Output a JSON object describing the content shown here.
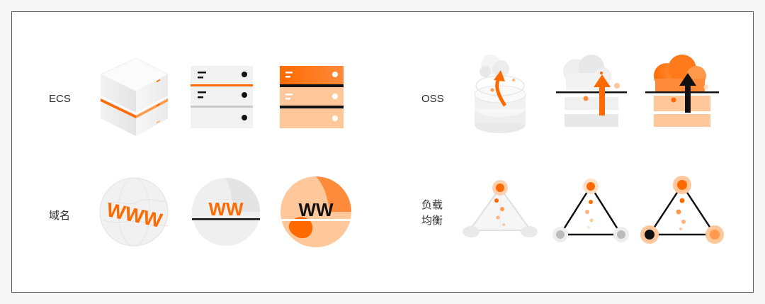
{
  "labels": {
    "ecs": "ECS",
    "oss": "OSS",
    "domain": "域名",
    "lb_line1": "负载",
    "lb_line2": "均衡"
  },
  "www": {
    "iso": "WWW",
    "flat": "WW",
    "solid": "WW"
  },
  "colors": {
    "accent": "#ff6a00",
    "accent_light": "#ffc79a",
    "accent_pale": "#ffe1c8",
    "dark": "#111111",
    "gray": "#d9d9d9",
    "light_gray": "#eeeeee"
  },
  "icons": [
    "ecs-server-iso-icon",
    "ecs-server-line-icon",
    "ecs-server-solid-icon",
    "oss-storage-iso-icon",
    "oss-upload-line-icon",
    "oss-upload-solid-icon",
    "domain-globe-iso-icon",
    "domain-globe-line-icon",
    "domain-globe-solid-icon",
    "load-balancer-iso-icon",
    "load-balancer-line-icon",
    "load-balancer-solid-icon"
  ]
}
